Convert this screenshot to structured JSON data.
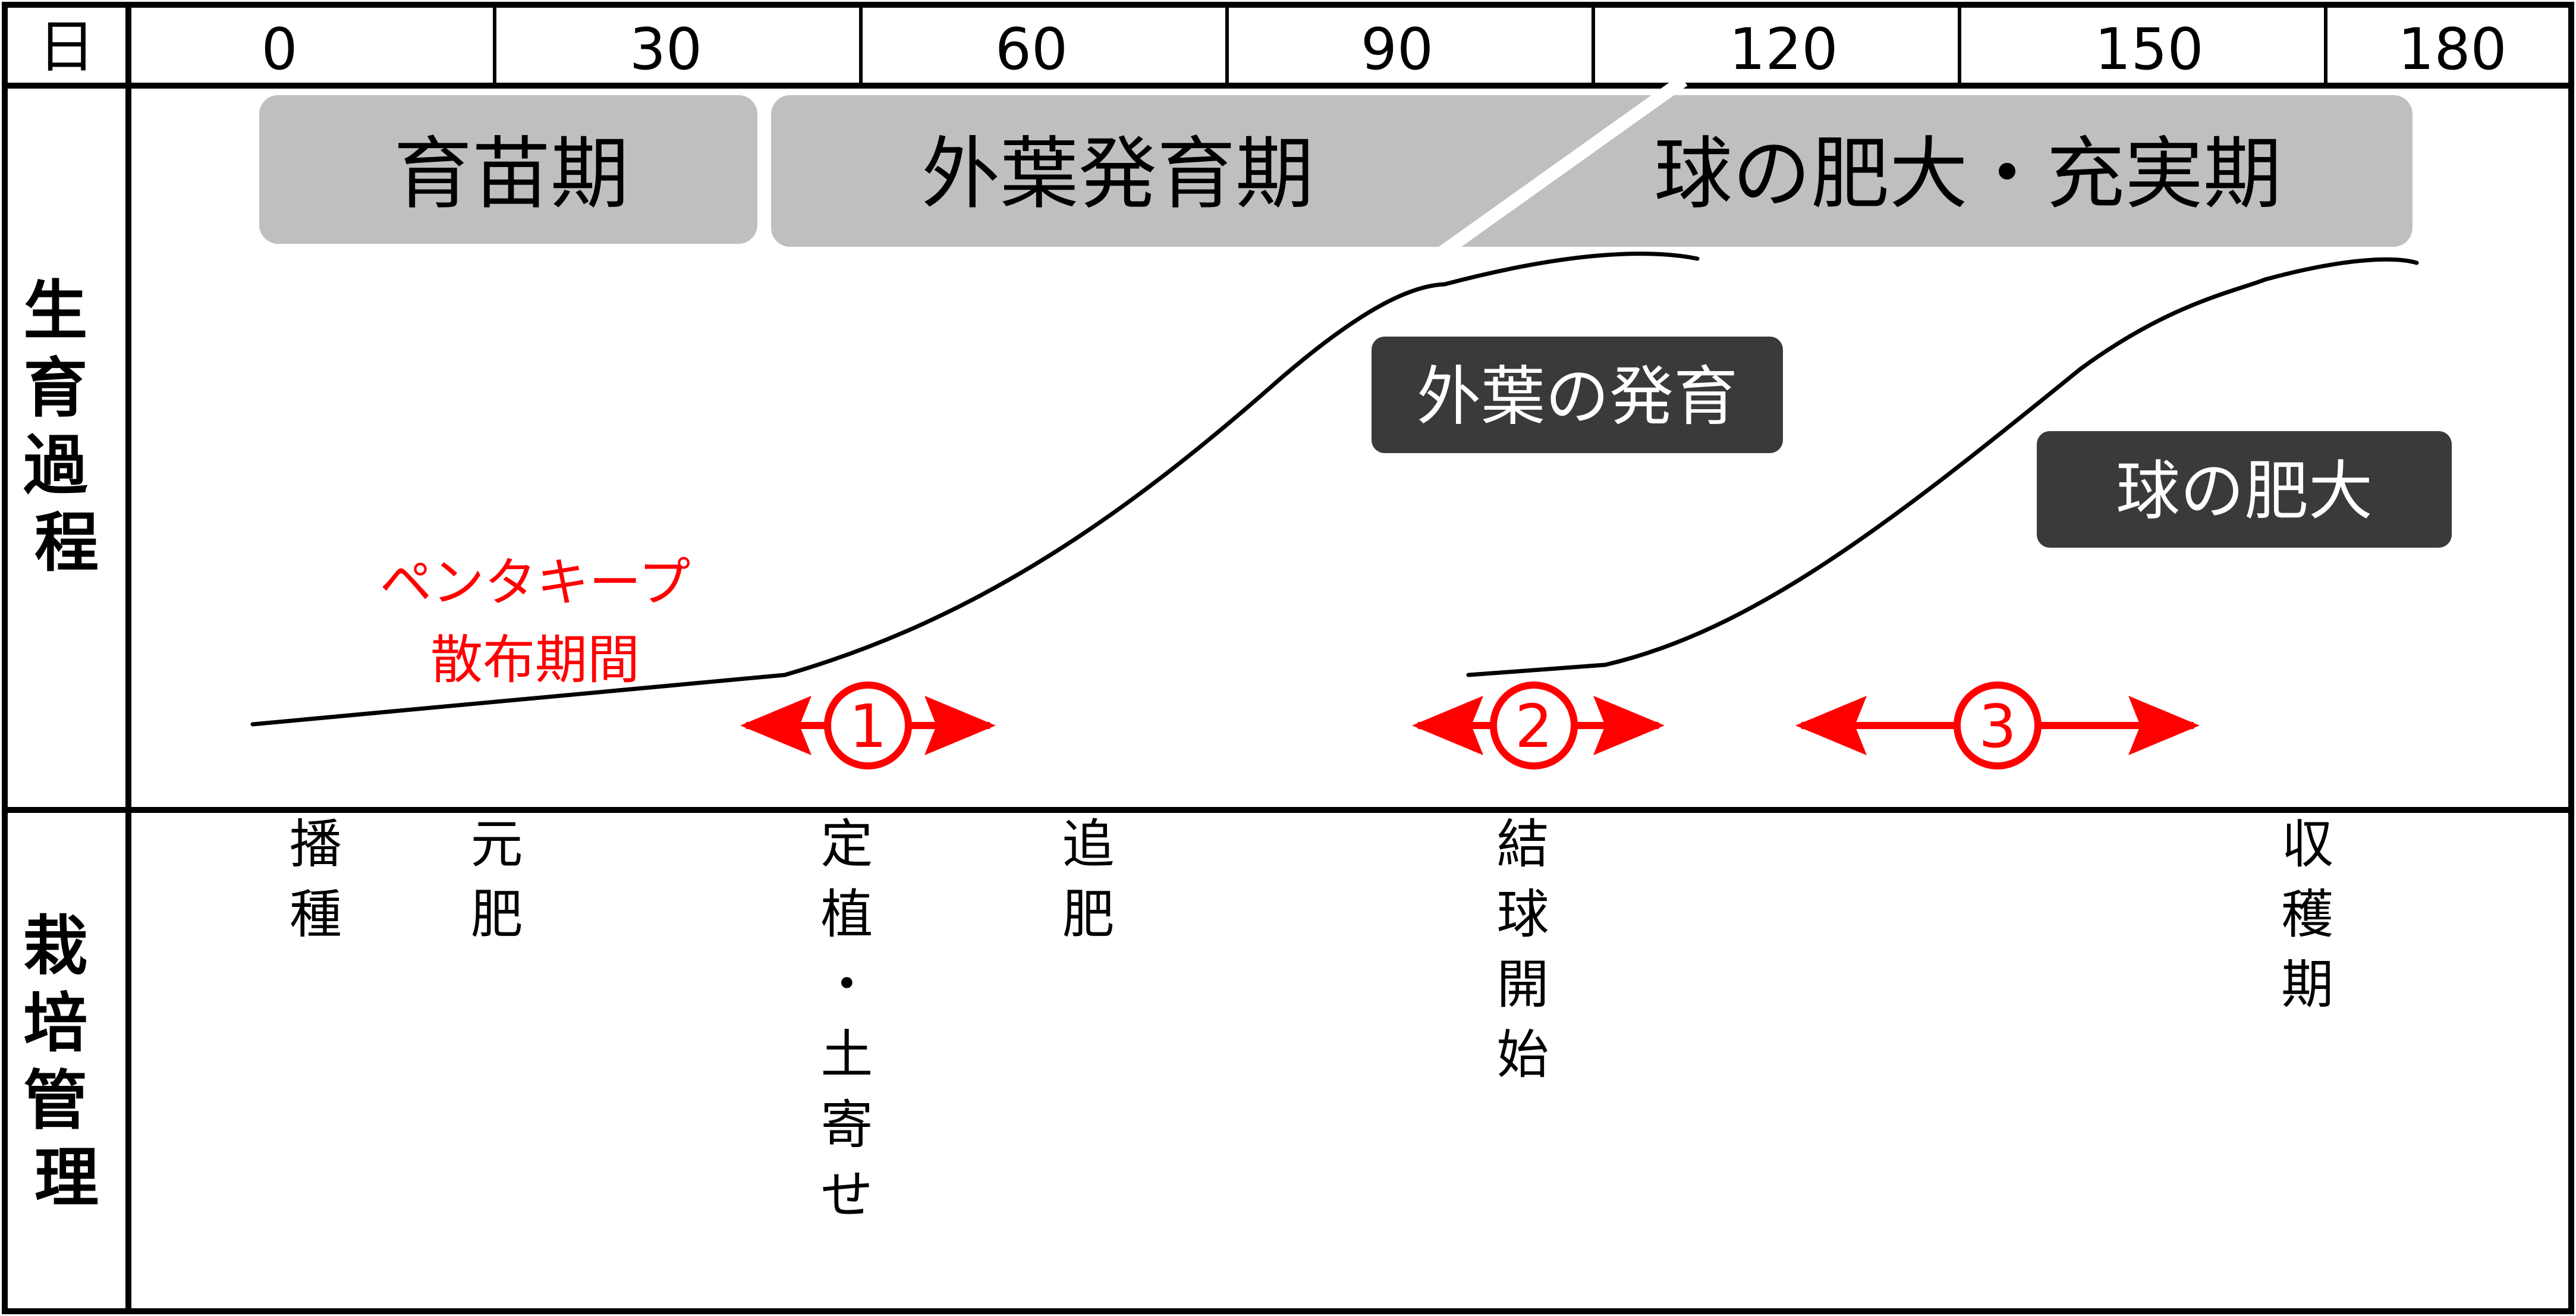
{
  "header": {
    "row_label": "日",
    "ticks": [
      "0",
      "30",
      "60",
      "90",
      "120",
      "150",
      "180"
    ]
  },
  "growth_section": {
    "row_label": "生育過程",
    "phases": [
      "育苗期",
      "外葉発育期",
      "球の肥大・充実期"
    ],
    "outer_leaf_label": "外葉の発育",
    "head_enlargement_label": "球の肥大",
    "spray_note": [
      "ペンタキープ",
      "散布期間"
    ],
    "spray_markers": [
      "1",
      "2",
      "3"
    ]
  },
  "management_section": {
    "row_label": "栽培管理",
    "tasks": [
      {
        "day": 3,
        "text": "播種"
      },
      {
        "day": 18,
        "text": "元肥"
      },
      {
        "day": 47,
        "text": "定植・土寄せ"
      },
      {
        "day": 67,
        "text": "追肥"
      },
      {
        "day": 103,
        "text": "結球開始"
      },
      {
        "day": 168,
        "text": "収穫期"
      }
    ]
  },
  "colors": {
    "phase_box": "#bfbfbf",
    "label_box": "#3a3a3a",
    "accent_red": "#ff0000",
    "line": "#000000"
  }
}
